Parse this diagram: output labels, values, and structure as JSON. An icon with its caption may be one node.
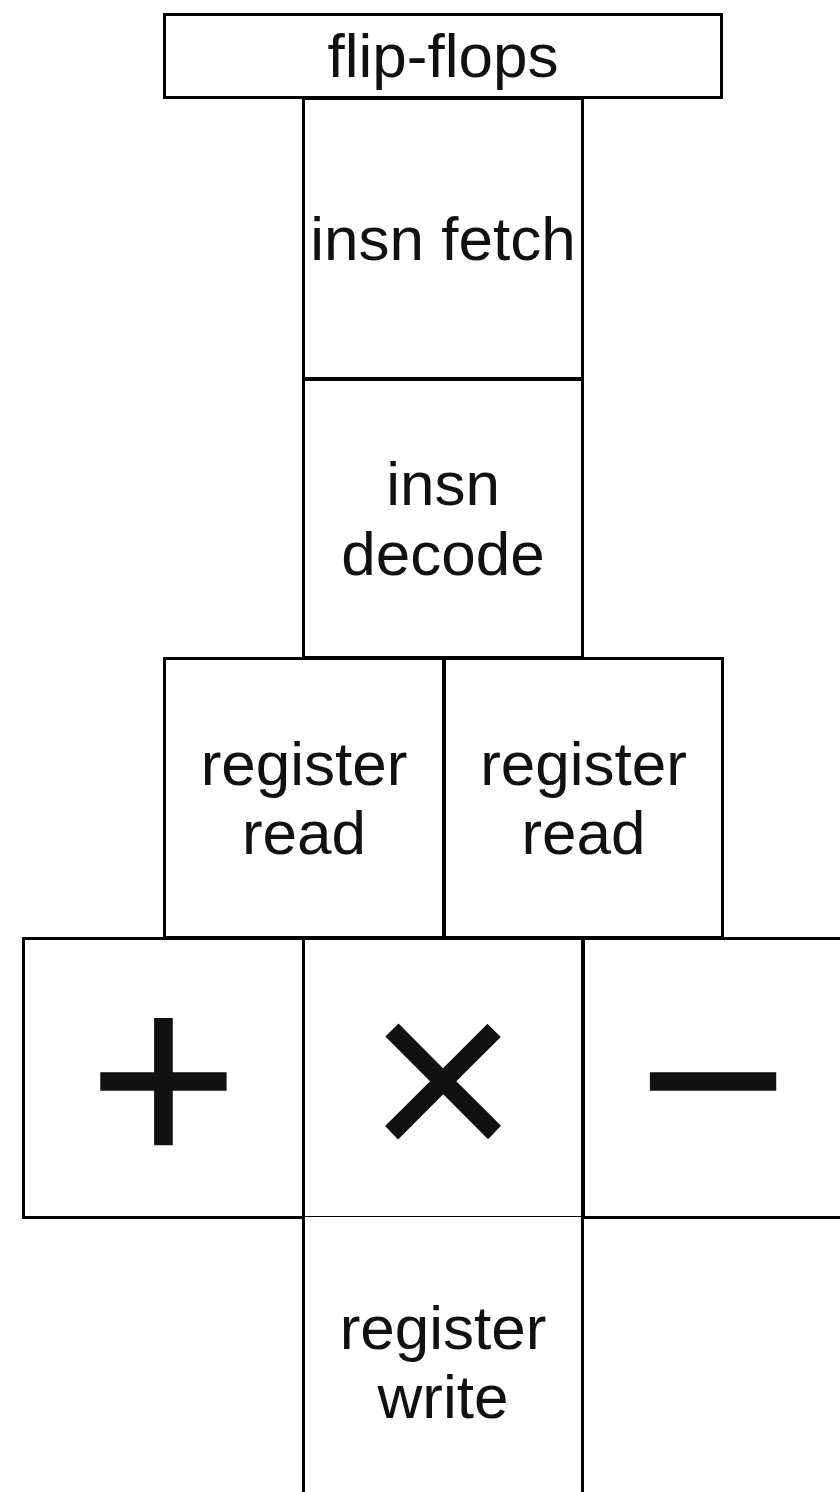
{
  "diagram": {
    "nodes": [
      {
        "text": [
          "flip-flops"
        ]
      },
      {
        "text": [
          "insn fetch"
        ]
      },
      {
        "text": [
          "insn decode"
        ]
      },
      {
        "text": [
          "register read"
        ]
      },
      {
        "text": [
          "register read"
        ]
      },
      {
        "text": [
          "+"
        ]
      },
      {
        "text": [
          "×"
        ]
      },
      {
        "text": [
          "−"
        ]
      },
      {
        "text": [
          "register write"
        ]
      }
    ],
    "edges": []
  }
}
